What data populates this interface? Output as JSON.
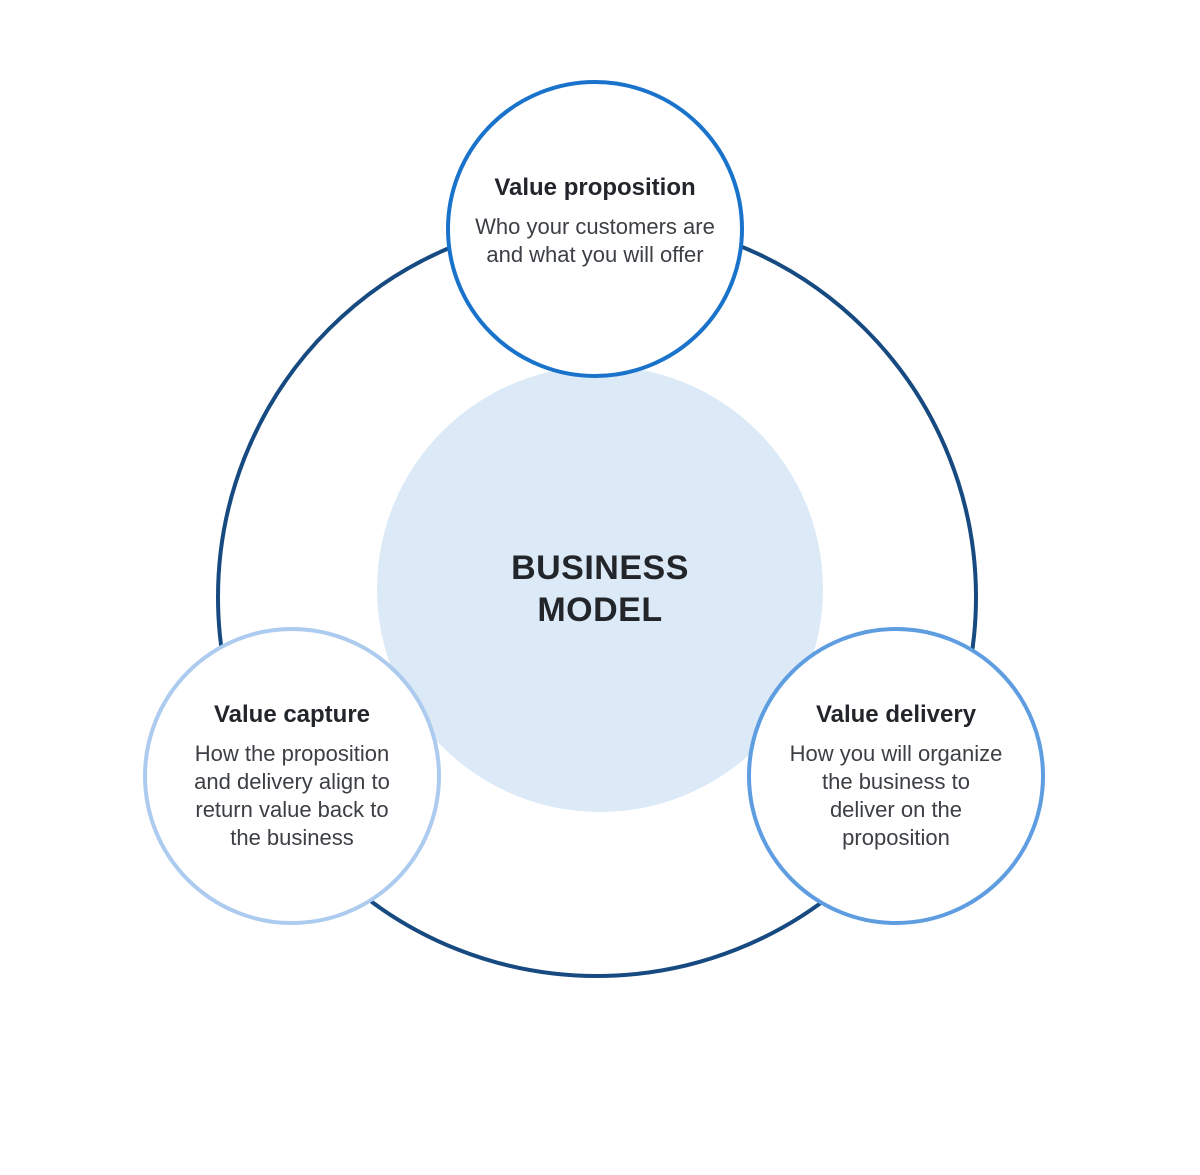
{
  "diagram": {
    "center": {
      "label": "BUSINESS\nMODEL"
    },
    "nodes": [
      {
        "id": "value-proposition",
        "title": "Value proposition",
        "description": "Who your customers are\nand what you will offer"
      },
      {
        "id": "value-capture",
        "title": "Value capture",
        "description": "How the proposition\nand delivery align to\nreturn value back to\nthe business"
      },
      {
        "id": "value-delivery",
        "title": "Value delivery",
        "description": "How you will organize\nthe business to\ndeliver on the\nproposition"
      }
    ]
  },
  "colors": {
    "background": "#FFFFFF",
    "outer-ring": "#164A81",
    "center-fill": "#DCE9F7",
    "node-top-stroke": "#1973CB",
    "node-left-stroke": "#ACCBEF",
    "node-right-stroke": "#5E9EE0",
    "title-text": "#22262B",
    "body-text": "#3C4045"
  }
}
